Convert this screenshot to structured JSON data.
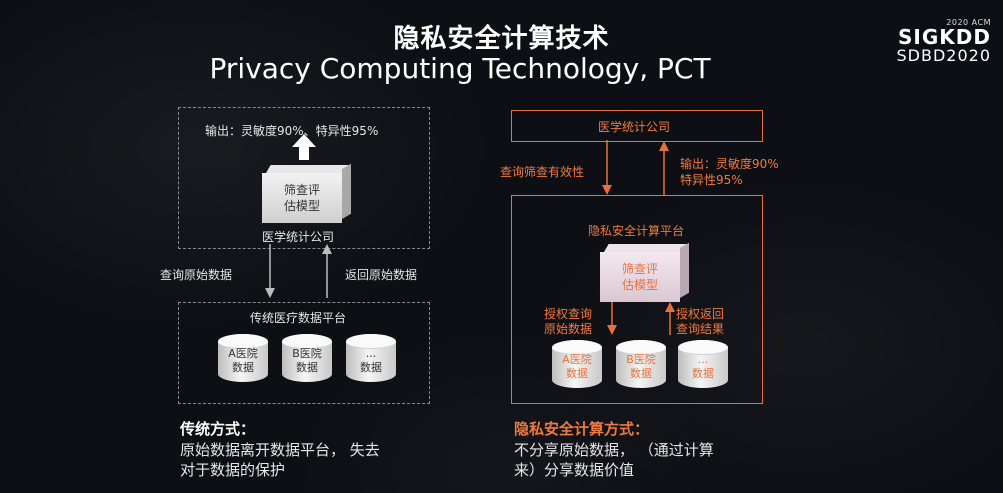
{
  "title_cn": "隐私安全计算技术",
  "title_en": "Privacy Computing Technology, PCT",
  "logo": {
    "sub": "2020 ACM",
    "main": "SIGKDD",
    "year": "SDBD2020"
  },
  "left": {
    "output": "输出：灵敏度90%、特异性95%",
    "model_line1": "筛查评",
    "model_line2": "估模型",
    "company": "医学统计公司",
    "query_label": "查询原始数据",
    "return_label": "返回原始数据",
    "platform": "传统医疗数据平台",
    "databases": [
      {
        "line1": "A医院",
        "line2": "数据"
      },
      {
        "line1": "B医院",
        "line2": "数据"
      },
      {
        "line1": "...",
        "line2": "数据"
      }
    ],
    "method_title": "传统方式：",
    "method_desc_1": "原始数据离开数据平台， 失去",
    "method_desc_2": "对于数据的保护"
  },
  "right": {
    "company": "医学统计公司",
    "query_label": "查询筛查有效性",
    "output_line1": "输出：灵敏度90%",
    "output_line2": "特异性95%",
    "platform": "隐私安全计算平台",
    "model_line1": "筛查评",
    "model_line2": "估模型",
    "auth_query_1": "授权查询",
    "auth_query_2": "原始数据",
    "auth_return_1": "授权返回",
    "auth_return_2": "查询结果",
    "databases": [
      {
        "line1": "A医院",
        "line2": "数据"
      },
      {
        "line1": "B医院",
        "line2": "数据"
      },
      {
        "line1": "...",
        "line2": "数据"
      }
    ],
    "method_title": "隐私安全计算方式：",
    "method_desc_1": "不分享原始数据， （通过计算",
    "method_desc_2": "来）分享数据价值"
  },
  "colors": {
    "accent": "#f07a3e",
    "background": "#0d0f14"
  }
}
